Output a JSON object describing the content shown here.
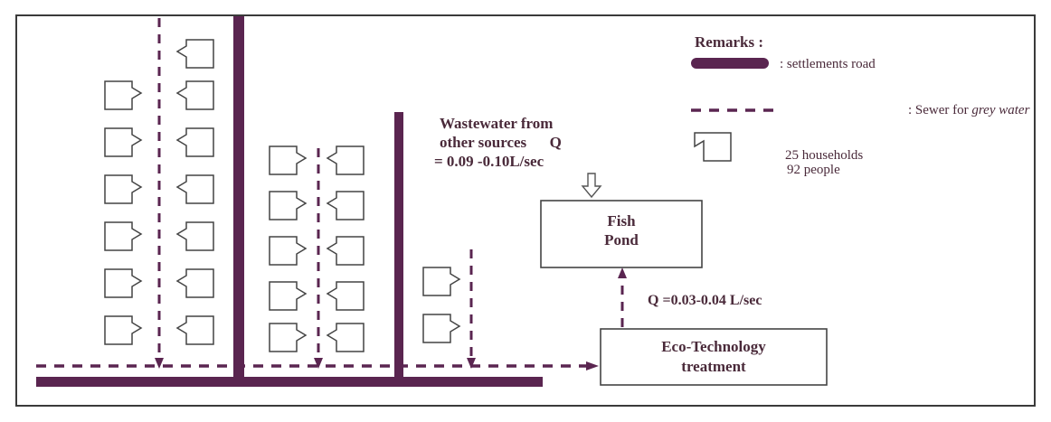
{
  "remarks": {
    "title": "Remarks :",
    "road_label": ": settlements road",
    "sewer_label_prefix": ": Sewer for ",
    "sewer_label_emph": "grey water",
    "household_count": "25 households",
    "people_count": "92 people"
  },
  "sources": {
    "line1": "Wastewater from",
    "line2": "other sources      Q",
    "line3": "= 0.09 -0.10L/sec"
  },
  "fish_pond": {
    "line1": "Fish",
    "line2": "Pond"
  },
  "flow": {
    "label": "Q =0.03-0.04 L/sec"
  },
  "treatment": {
    "line1": "Eco-Technology",
    "line2": "treatment"
  },
  "colors": {
    "road": "#5a2550",
    "outline": "#444444"
  }
}
